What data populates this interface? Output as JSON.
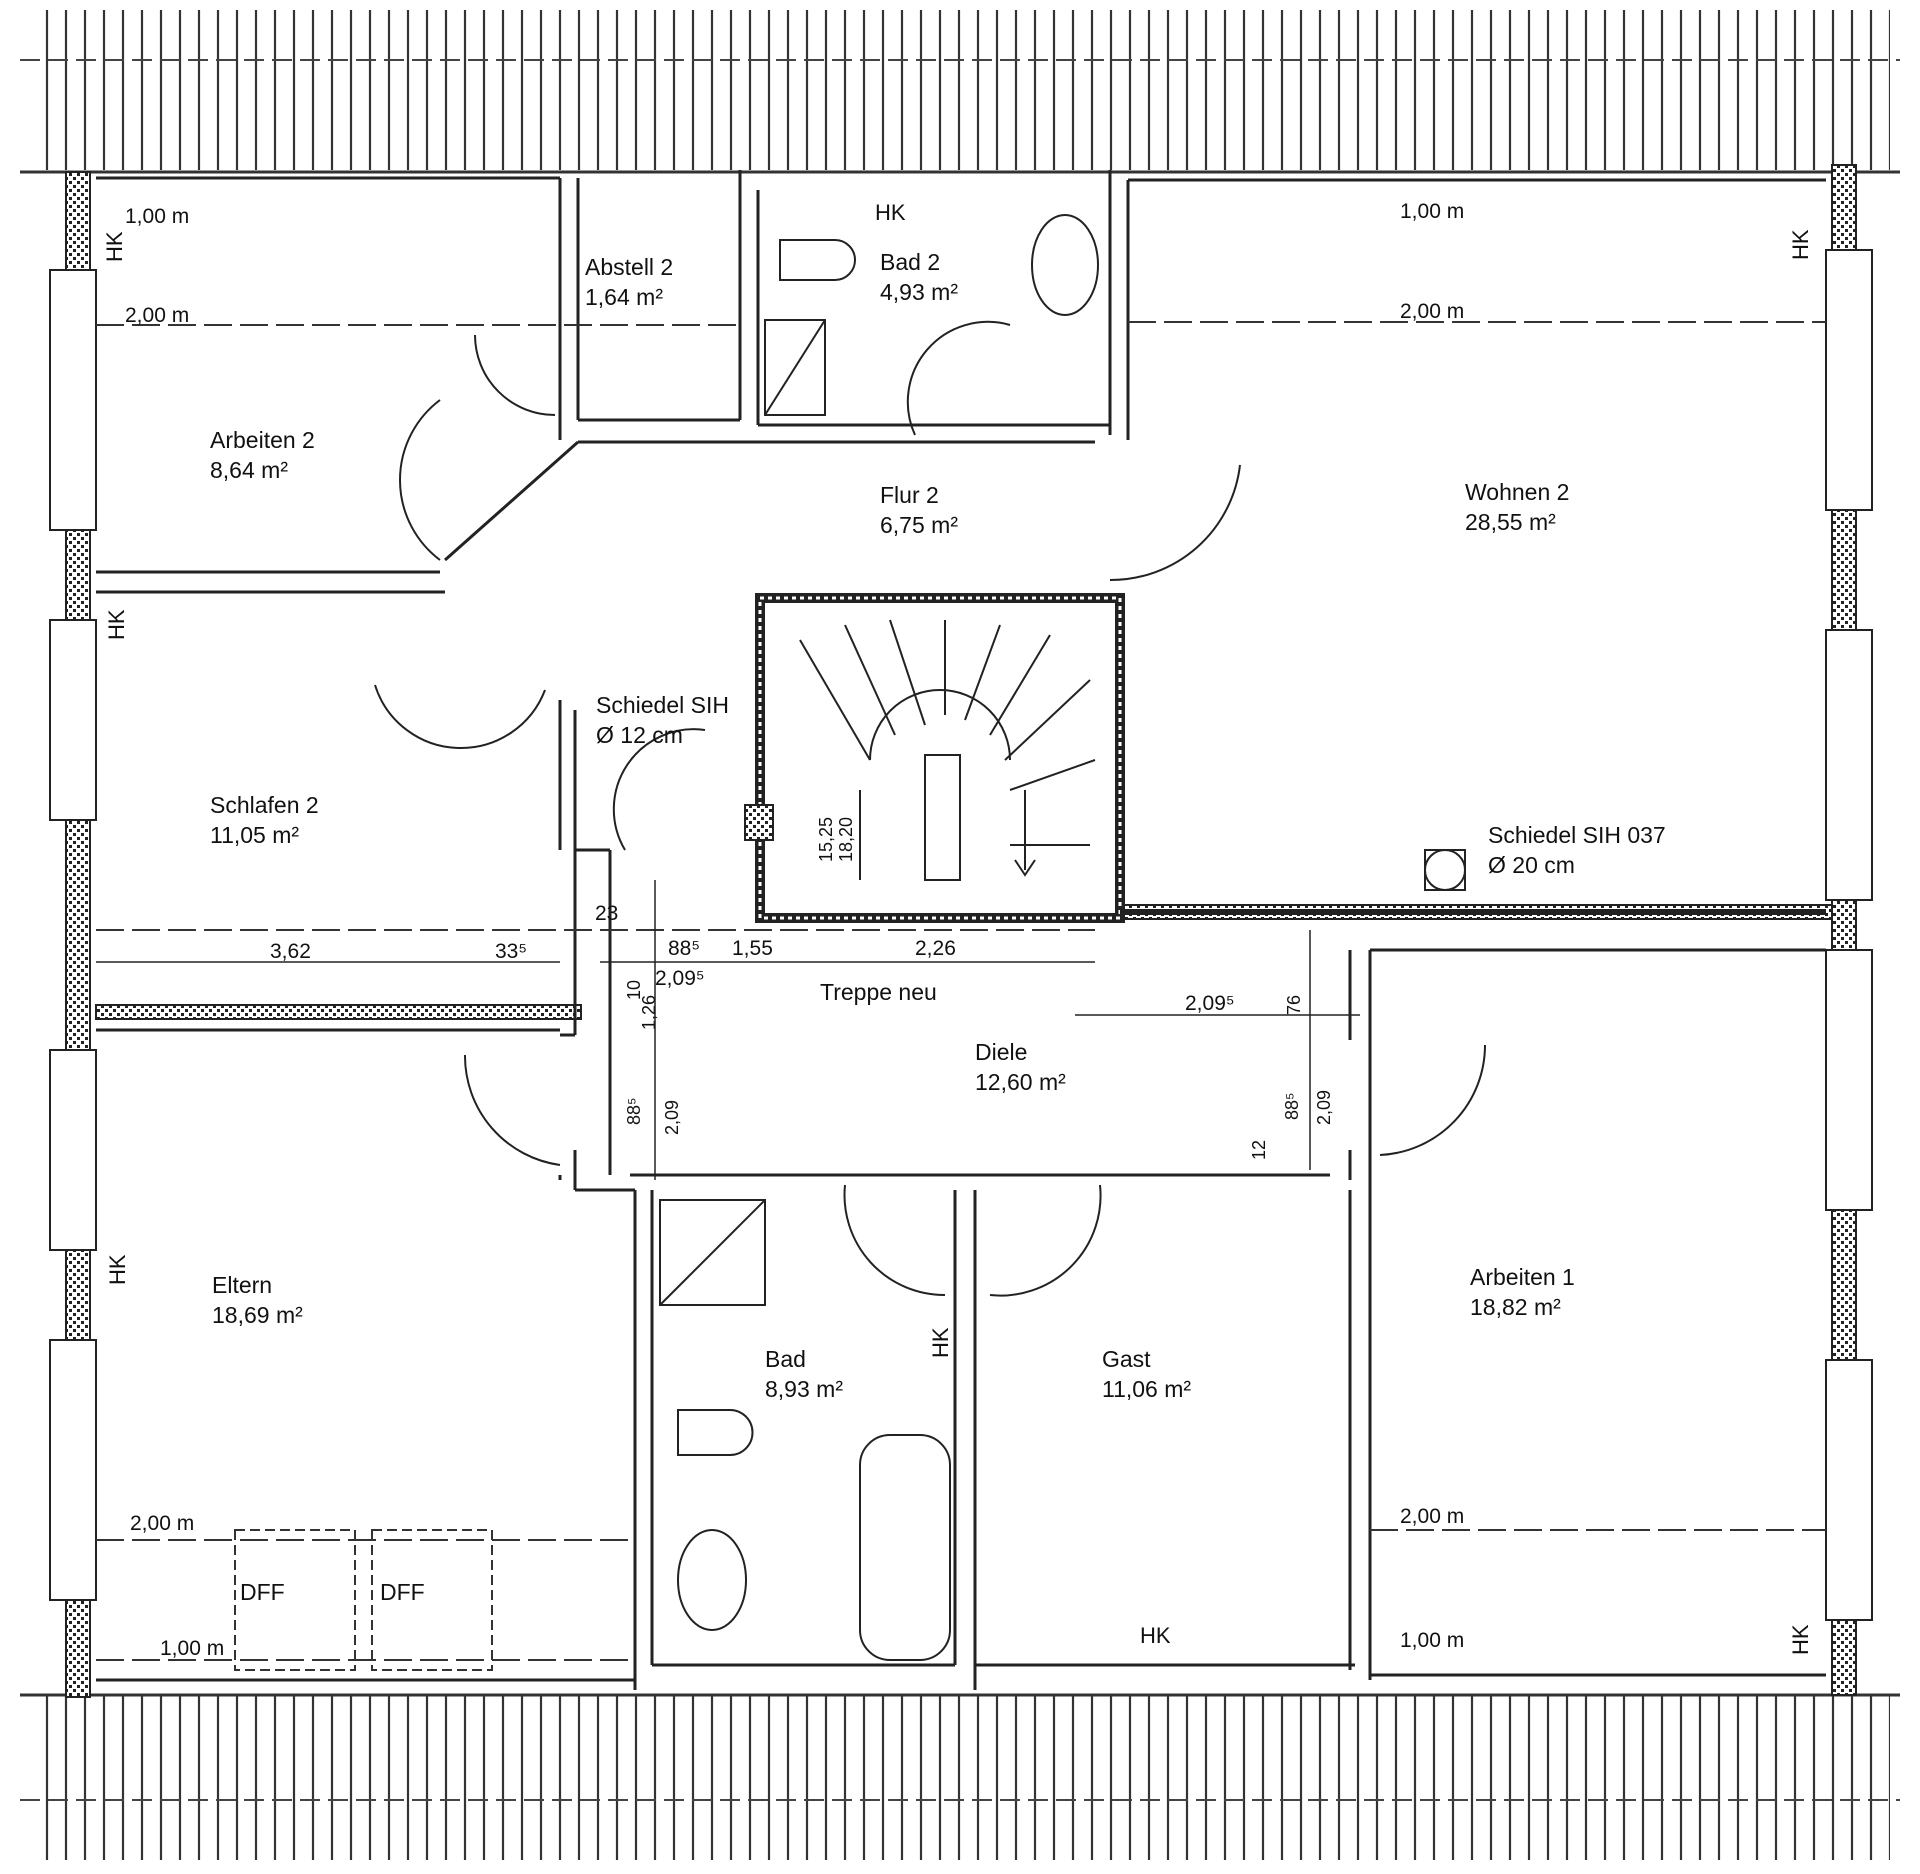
{
  "rooms": {
    "arbeiten2": {
      "name": "Arbeiten 2",
      "area": "8,64 m²"
    },
    "abstell2": {
      "name": "Abstell 2",
      "area": "1,64 m²"
    },
    "bad2": {
      "name": "Bad 2",
      "area": "4,93 m²"
    },
    "wohnen2": {
      "name": "Wohnen 2",
      "area": "28,55 m²"
    },
    "flur2": {
      "name": "Flur 2",
      "area": "6,75 m²"
    },
    "schlafen2": {
      "name": "Schlafen 2",
      "area": "11,05 m²"
    },
    "diele": {
      "name": "Diele",
      "area": "12,60 m²"
    },
    "eltern": {
      "name": "Eltern",
      "area": "18,69 m²"
    },
    "bad": {
      "name": "Bad",
      "area": "8,93 m²"
    },
    "gast": {
      "name": "Gast",
      "area": "11,06 m²"
    },
    "arbeiten1": {
      "name": "Arbeiten 1",
      "area": "18,82 m²"
    }
  },
  "annotations": {
    "chimney1": "Schiedel SIH",
    "chimney1_dia": "Ø 12 cm",
    "chimney2": "Schiedel SIH 037",
    "chimney2_dia": "Ø 20 cm",
    "stairs": "Treppe neu",
    "hk": "HK",
    "dff": "DFF"
  },
  "dimensions": {
    "m100": "1,00 m",
    "m200": "2,00 m",
    "d362": "3,62",
    "d33": "33⁵",
    "d23": "23",
    "d88": "88⁵",
    "d155": "1,55",
    "d226": "2,26",
    "d209a": "2,09⁵",
    "d209b": "2,09⁵",
    "d76": "76",
    "d12": "12",
    "d126": "1,26",
    "d209c": "2,09",
    "d885": "88⁵",
    "d10": "10",
    "d1525": "15,25",
    "d1820": "18,20"
  }
}
